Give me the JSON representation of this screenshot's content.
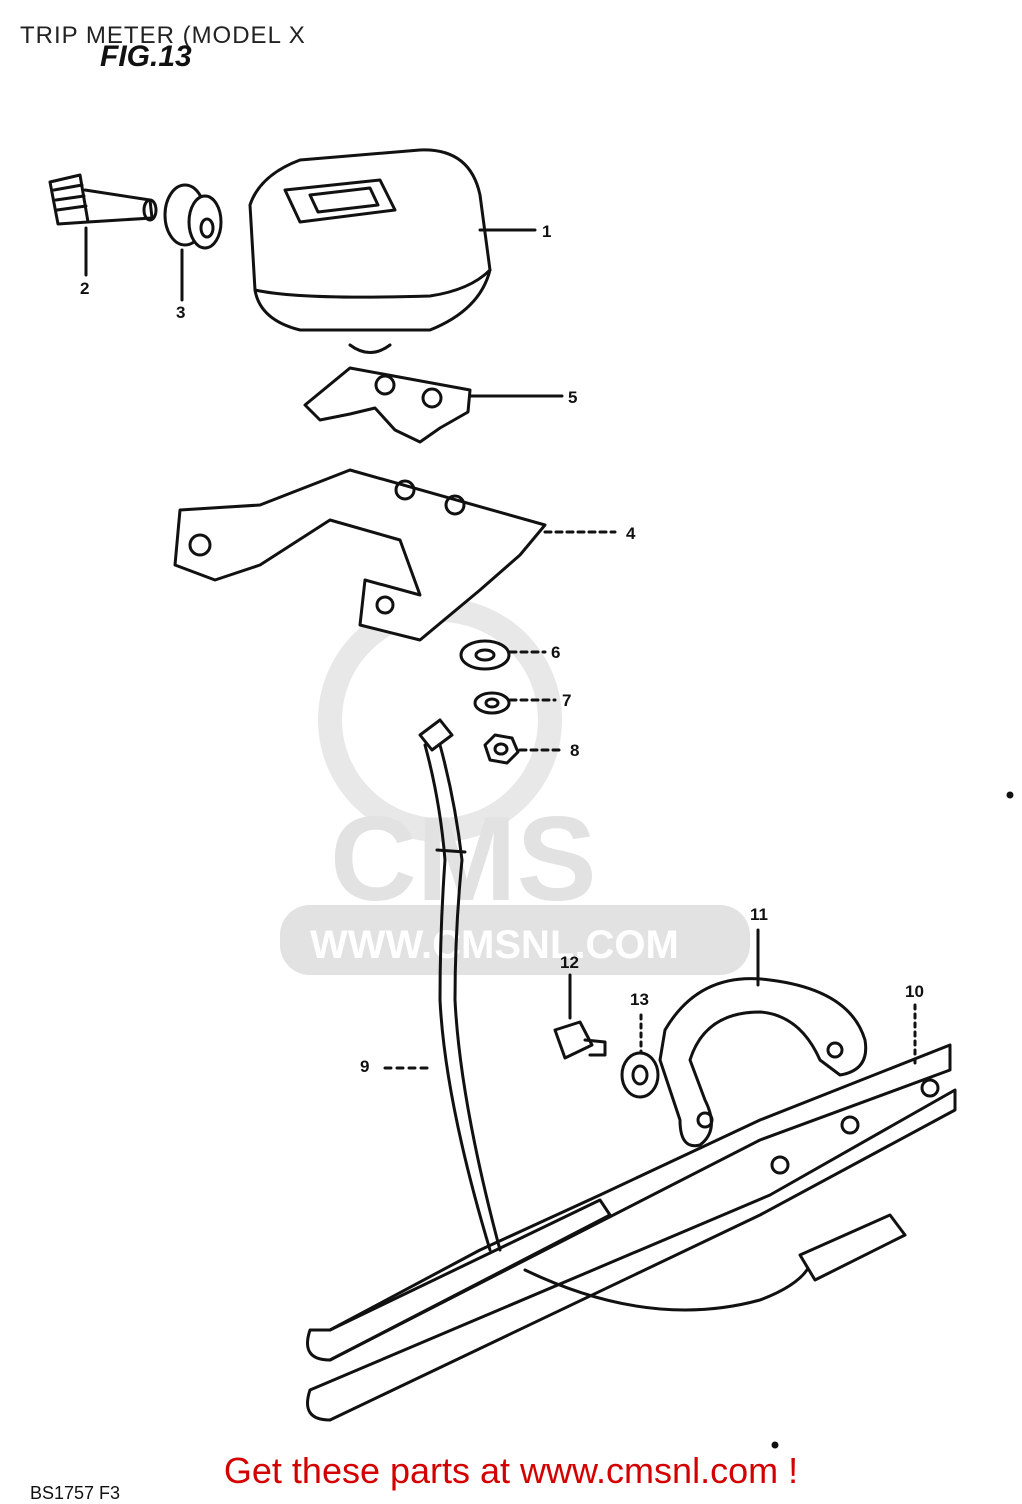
{
  "header": {
    "title": "TRIP METER (MODEL X",
    "figure": "FIG.13"
  },
  "watermark": {
    "brand": "CMS",
    "url": "WWW.CMSNL.COM"
  },
  "parts": [
    {
      "number": "1"
    },
    {
      "number": "2"
    },
    {
      "number": "3"
    },
    {
      "number": "4"
    },
    {
      "number": "5"
    },
    {
      "number": "6"
    },
    {
      "number": "7"
    },
    {
      "number": "8"
    },
    {
      "number": "9"
    },
    {
      "number": "10"
    },
    {
      "number": "11"
    },
    {
      "number": "12"
    },
    {
      "number": "13"
    }
  ],
  "footer": {
    "link_text": "Get these parts at www.cmsnl.com !",
    "drawing_code": "BS1757 F3"
  },
  "colors": {
    "link": "#d40000",
    "ink": "#111111",
    "watermark": "#e2e2e2"
  }
}
